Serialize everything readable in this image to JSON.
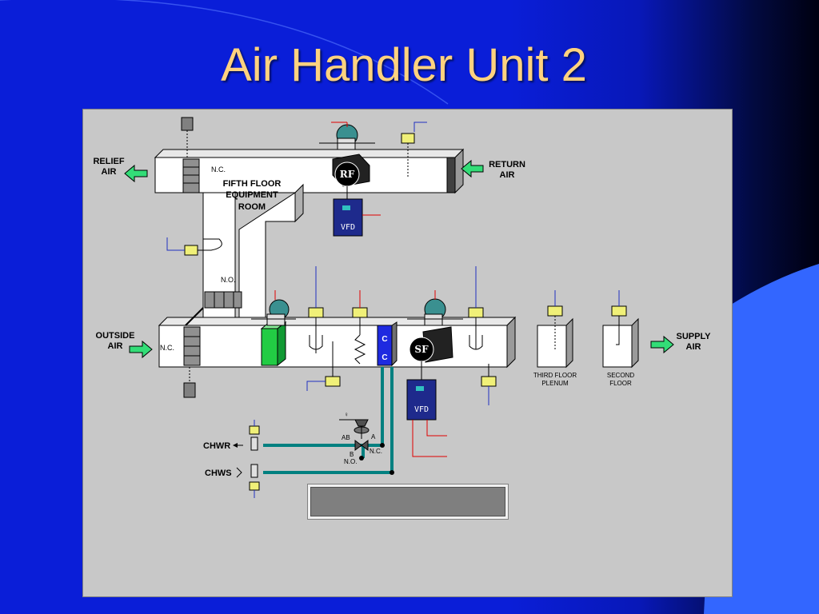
{
  "slide": {
    "title": "Air Handler Unit 2"
  },
  "labels": {
    "relief_air": [
      "RELIEF",
      "AIR"
    ],
    "return_air": [
      "RETURN",
      "AIR"
    ],
    "outside_air": [
      "OUTSIDE",
      "AIR"
    ],
    "supply_air": [
      "SUPPLY",
      "AIR"
    ],
    "equipment_room": [
      "FIFTH FLOOR",
      "EQUIPMENT",
      "ROOM"
    ],
    "damper_nc_top": "N.C.",
    "damper_no": "N.O.",
    "damper_nc_bottom": "N.C.",
    "return_fan": "RF",
    "supply_fan": "SF",
    "vfd_top": "VFD",
    "vfd_bottom": "VFD",
    "coil_c1": "C",
    "coil_c2": "C",
    "third_floor": [
      "THIRD FLOOR",
      "PLENUM"
    ],
    "second_floor": [
      "SECOND",
      "FLOOR"
    ],
    "chwr": "CHWR",
    "chws": "CHWS",
    "valve_ab": "AB",
    "valve_a": "A",
    "valve_b": "B",
    "valve_nc": "N.C.",
    "valve_no": "N.O."
  },
  "colors": {
    "duct": "#ffffff",
    "pipe": "#008080",
    "sensor": "#f0f078",
    "filter": "#22cc44",
    "vfd": "#1e2a8c",
    "arrow": "#33dd77",
    "signal_red": "#e00000",
    "signal_blue": "#2030c0"
  }
}
